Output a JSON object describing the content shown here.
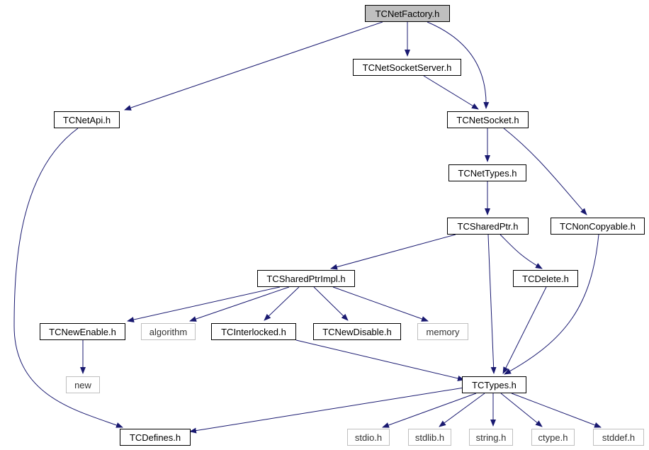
{
  "diagram": {
    "colors": {
      "edge": "#191970",
      "root_fill": "#bfbfbf",
      "external_border": "#bfbfbf"
    },
    "nodes": [
      {
        "id": "tcnetfactory",
        "label": "TCNetFactory.h",
        "kind": "root"
      },
      {
        "id": "tcnetsocketserver",
        "label": "TCNetSocketServer.h",
        "kind": "normal"
      },
      {
        "id": "tcnetapi",
        "label": "TCNetApi.h",
        "kind": "normal"
      },
      {
        "id": "tcnetsocket",
        "label": "TCNetSocket.h",
        "kind": "normal"
      },
      {
        "id": "tcnettypes",
        "label": "TCNetTypes.h",
        "kind": "normal"
      },
      {
        "id": "tcsharedptr",
        "label": "TCSharedPtr.h",
        "kind": "normal"
      },
      {
        "id": "tcnoncopyable",
        "label": "TCNonCopyable.h",
        "kind": "normal"
      },
      {
        "id": "tcsharedptrimpl",
        "label": "TCSharedPtrImpl.h",
        "kind": "normal"
      },
      {
        "id": "tcdelete",
        "label": "TCDelete.h",
        "kind": "normal"
      },
      {
        "id": "tcnewenable",
        "label": "TCNewEnable.h",
        "kind": "normal"
      },
      {
        "id": "algorithm",
        "label": "algorithm",
        "kind": "external"
      },
      {
        "id": "tcinterlocked",
        "label": "TCInterlocked.h",
        "kind": "normal"
      },
      {
        "id": "tcnewdisable",
        "label": "TCNewDisable.h",
        "kind": "normal"
      },
      {
        "id": "memory",
        "label": "memory",
        "kind": "external"
      },
      {
        "id": "new",
        "label": "new",
        "kind": "external"
      },
      {
        "id": "tctypes",
        "label": "TCTypes.h",
        "kind": "normal"
      },
      {
        "id": "tcdefines",
        "label": "TCDefines.h",
        "kind": "normal"
      },
      {
        "id": "stdio",
        "label": "stdio.h",
        "kind": "external"
      },
      {
        "id": "stdlib",
        "label": "stdlib.h",
        "kind": "external"
      },
      {
        "id": "string",
        "label": "string.h",
        "kind": "external"
      },
      {
        "id": "ctype",
        "label": "ctype.h",
        "kind": "external"
      },
      {
        "id": "stddef",
        "label": "stddef.h",
        "kind": "external"
      }
    ],
    "edges": [
      {
        "from": "tcnetfactory",
        "to": "tcnetsocketserver"
      },
      {
        "from": "tcnetfactory",
        "to": "tcnetapi"
      },
      {
        "from": "tcnetfactory",
        "to": "tcnetsocket"
      },
      {
        "from": "tcnetsocketserver",
        "to": "tcnetsocket"
      },
      {
        "from": "tcnetapi",
        "to": "tcdefines"
      },
      {
        "from": "tcnetsocket",
        "to": "tcnettypes"
      },
      {
        "from": "tcnetsocket",
        "to": "tcnoncopyable"
      },
      {
        "from": "tcnettypes",
        "to": "tcsharedptr"
      },
      {
        "from": "tcsharedptr",
        "to": "tcsharedptrimpl"
      },
      {
        "from": "tcsharedptr",
        "to": "tcdelete"
      },
      {
        "from": "tcsharedptr",
        "to": "tctypes"
      },
      {
        "from": "tcnoncopyable",
        "to": "tctypes"
      },
      {
        "from": "tcsharedptrimpl",
        "to": "tcnewenable"
      },
      {
        "from": "tcsharedptrimpl",
        "to": "algorithm"
      },
      {
        "from": "tcsharedptrimpl",
        "to": "tcinterlocked"
      },
      {
        "from": "tcsharedptrimpl",
        "to": "tcnewdisable"
      },
      {
        "from": "tcsharedptrimpl",
        "to": "memory"
      },
      {
        "from": "tcdelete",
        "to": "tctypes"
      },
      {
        "from": "tcnewenable",
        "to": "new"
      },
      {
        "from": "tcinterlocked",
        "to": "tctypes"
      },
      {
        "from": "tctypes",
        "to": "tcdefines"
      },
      {
        "from": "tctypes",
        "to": "stdio"
      },
      {
        "from": "tctypes",
        "to": "stdlib"
      },
      {
        "from": "tctypes",
        "to": "string"
      },
      {
        "from": "tctypes",
        "to": "ctype"
      },
      {
        "from": "tctypes",
        "to": "stddef"
      }
    ]
  }
}
